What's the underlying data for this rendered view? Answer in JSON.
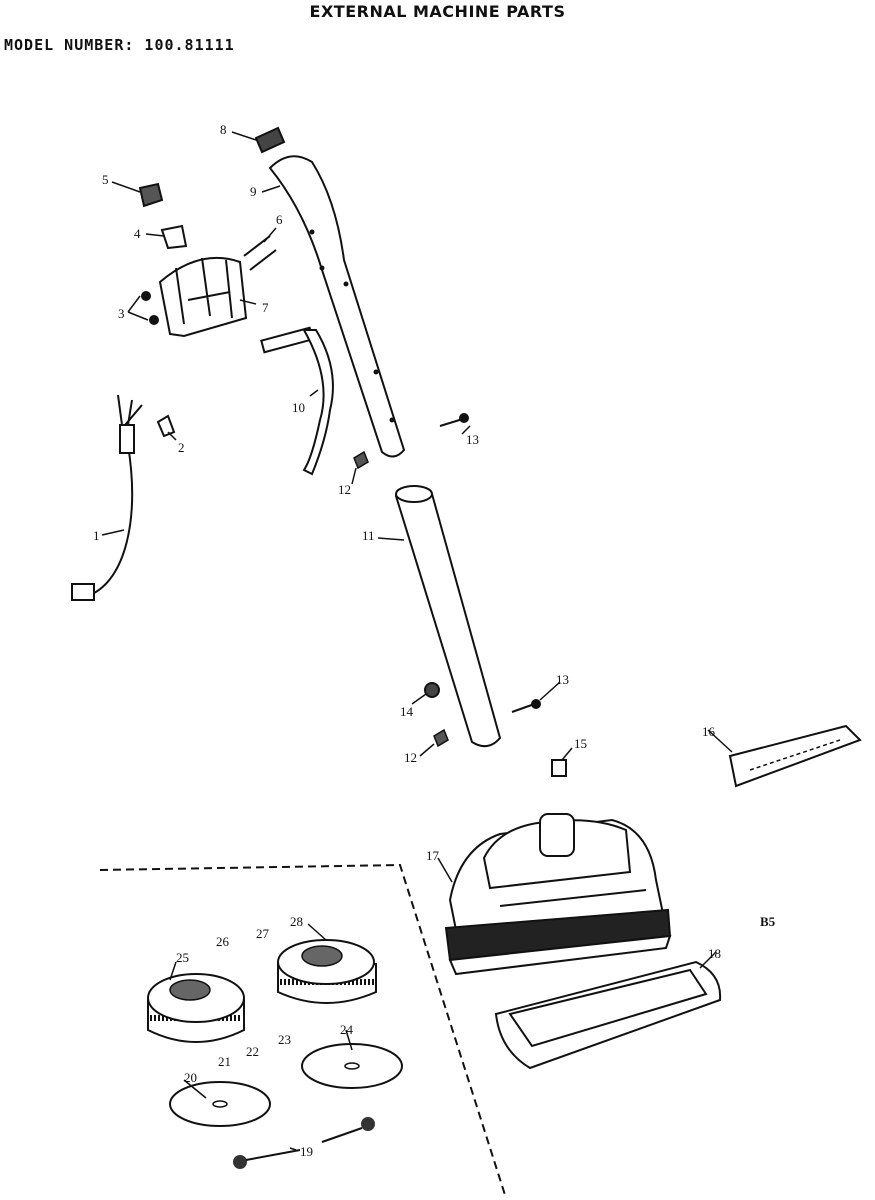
{
  "header": {
    "title": "EXTERNAL MACHINE PARTS",
    "model": "MODEL NUMBER: 100.81111"
  },
  "page_code": "B5",
  "part_labels": [
    "1",
    "2",
    "3",
    "4",
    "5",
    "6",
    "7",
    "8",
    "9",
    "10",
    "11",
    "12",
    "12",
    "13",
    "13",
    "14",
    "15",
    "16",
    "17",
    "18",
    "19",
    "20",
    "21",
    "22",
    "23",
    "24",
    "25",
    "26",
    "27",
    "28"
  ]
}
